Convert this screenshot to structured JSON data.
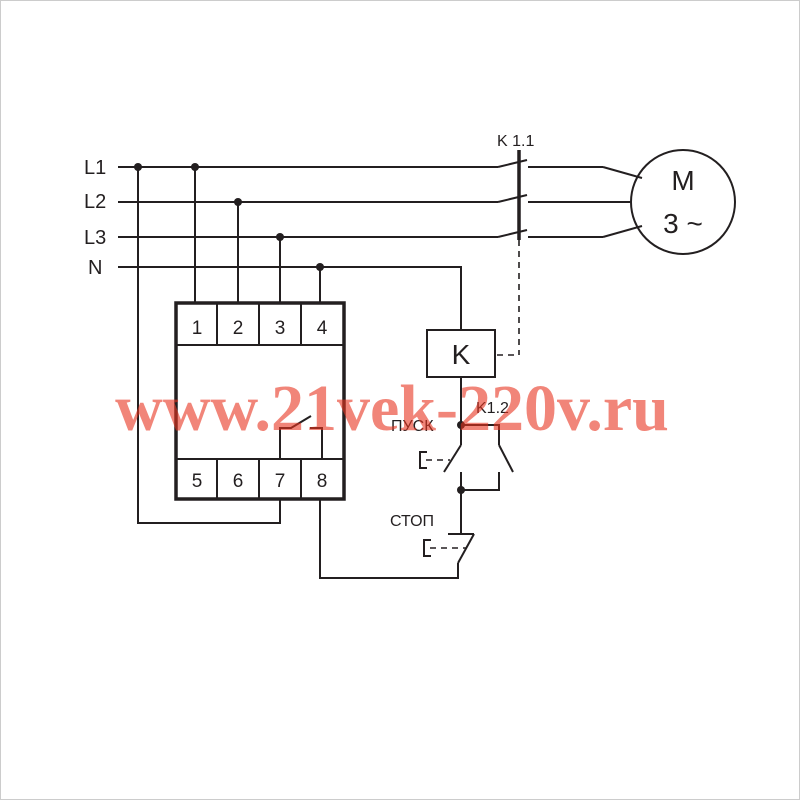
{
  "lines": {
    "l1": "L1",
    "l2": "L2",
    "l3": "L3",
    "n": "N"
  },
  "relay_terminals_top": [
    "1",
    "2",
    "3",
    "4"
  ],
  "relay_terminals_bottom": [
    "5",
    "6",
    "7",
    "8"
  ],
  "contactor": {
    "main_contacts": "K 1.1",
    "coil": "K",
    "aux_contact": "K1.2"
  },
  "motor": {
    "symbol": "M",
    "phase": "3 ~"
  },
  "buttons": {
    "start": "ПУСК",
    "stop": "СТОП"
  },
  "watermark": "www.21vek-220v.ru",
  "colors": {
    "line": "#231f20",
    "watermark": "#e8341f",
    "frame": "#cccccc"
  }
}
